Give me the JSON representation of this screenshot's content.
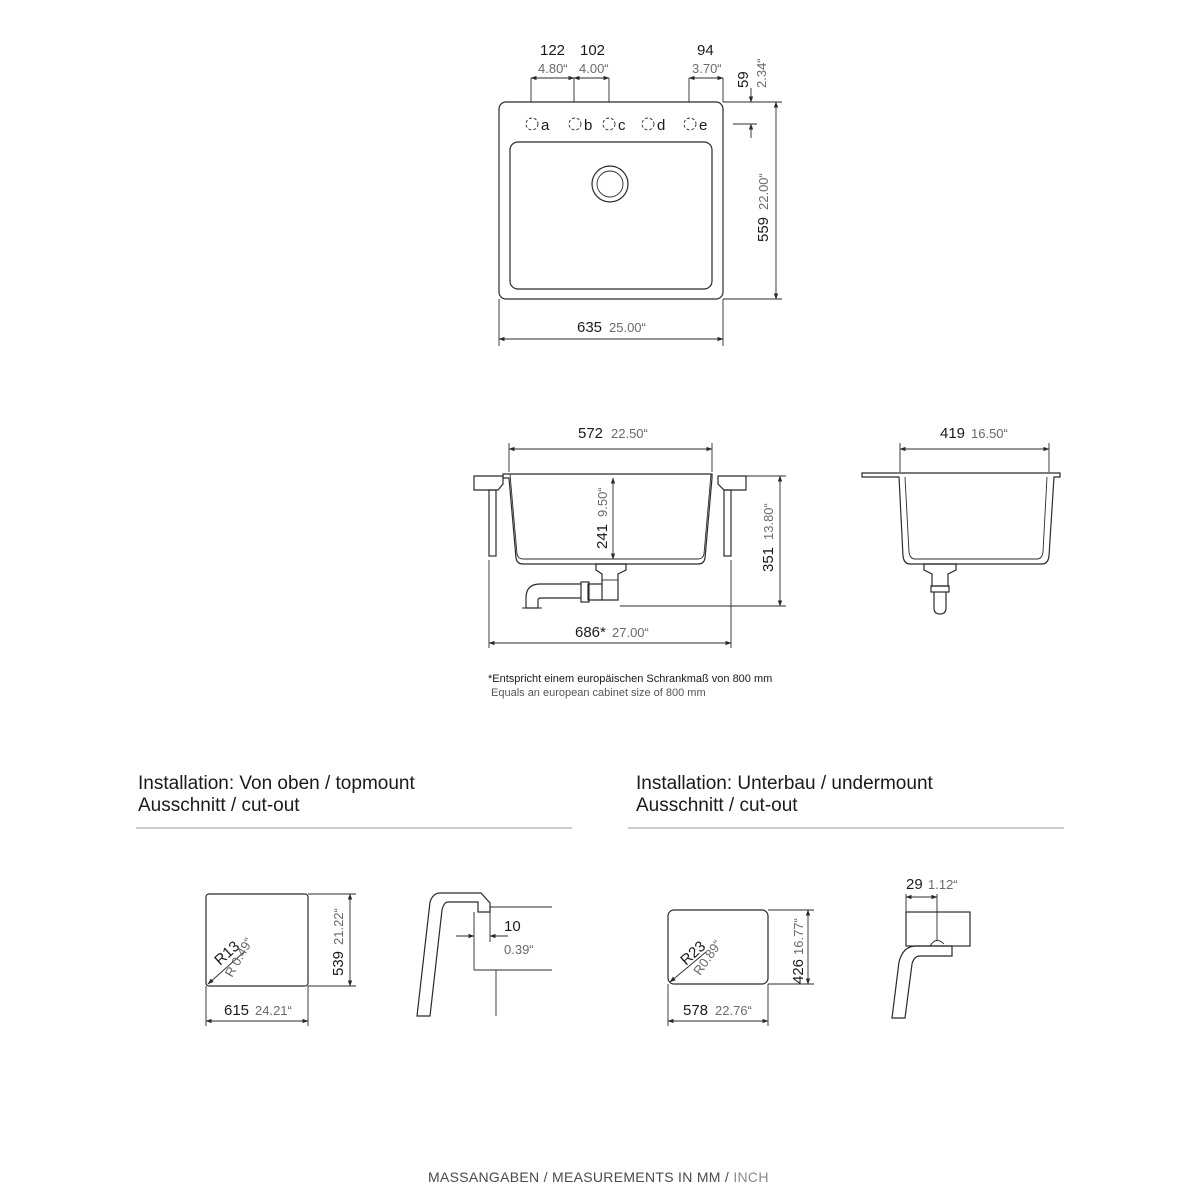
{
  "top_view": {
    "dims": {
      "d122": {
        "mm": "122",
        "inch": "4.80“"
      },
      "d102": {
        "mm": "102",
        "inch": "4.00“"
      },
      "d94": {
        "mm": "94",
        "inch": "3.70“"
      },
      "d59": {
        "mm": "59",
        "inch": "2.34“"
      },
      "d559": {
        "mm": "559",
        "inch": "22.00“"
      },
      "d635": {
        "mm": "635",
        "inch": "25.00“"
      }
    },
    "holes": [
      "a",
      "b",
      "c",
      "d",
      "e"
    ]
  },
  "front_view": {
    "dims": {
      "d572": {
        "mm": "572",
        "inch": "22.50“"
      },
      "d241": {
        "mm": "241",
        "inch": "9.50“"
      },
      "d351": {
        "mm": "351",
        "inch": "13.80“"
      },
      "d686": {
        "mm": "686*",
        "inch": "27.00“"
      }
    }
  },
  "side_view": {
    "dims": {
      "d419": {
        "mm": "419",
        "inch": "16.50“"
      }
    }
  },
  "footnote": {
    "de": "*Entspricht einem europäischen Schrankmaß von 800 mm",
    "en": "Equals an european cabinet size of 800 mm"
  },
  "topmount": {
    "title1": "Installation: Von oben / topmount",
    "title2": "Ausschnitt / cut-out",
    "dims": {
      "radius": {
        "mm": "R13",
        "inch": "R 0.49“"
      },
      "height": {
        "mm": "539",
        "inch": "21.22“"
      },
      "width": {
        "mm": "615",
        "inch": "24.21“"
      },
      "overlap": {
        "mm": "10",
        "inch": "0.39“"
      }
    }
  },
  "undermount": {
    "title1": "Installation: Unterbau / undermount",
    "title2": "Ausschnitt / cut-out",
    "dims": {
      "radius": {
        "mm": "R23",
        "inch": "R0.89“"
      },
      "height": {
        "mm": "426",
        "inch": "16.77“"
      },
      "width": {
        "mm": "578",
        "inch": "22.76“"
      },
      "offset": {
        "mm": "29",
        "inch": "1.12“"
      }
    }
  },
  "footer": {
    "main": "MASSANGABEN / MEASUREMENTS IN MM / ",
    "unit": "INCH"
  }
}
